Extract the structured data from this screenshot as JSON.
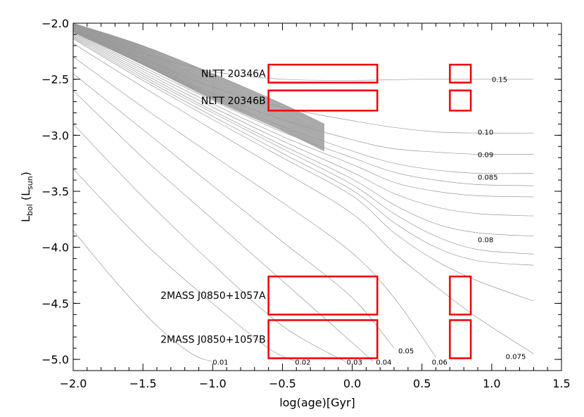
{
  "chart_data": {
    "type": "line",
    "xlabel": "log(age)[Gyr]",
    "ylabel_main": "L",
    "ylabel_sub1": "bol",
    "ylabel_mid": " (L",
    "ylabel_sub2": "sun",
    "ylabel_end": ")",
    "xlim": [
      -2.0,
      1.5
    ],
    "ylim": [
      -5.1,
      -2.0
    ],
    "x_ticks": [
      -2.0,
      -1.5,
      -1.0,
      -0.5,
      0.0,
      0.5,
      1.0,
      1.5
    ],
    "x_tick_labels": [
      "−2.0",
      "−1.5",
      "−1.0",
      "−0.5",
      "0.0",
      "0.5",
      "1.0",
      "1.5"
    ],
    "y_ticks": [
      -2.0,
      -2.5,
      -3.0,
      -3.5,
      -4.0,
      -4.5,
      -5.0
    ],
    "y_tick_labels": [
      "−2.0",
      "−2.5",
      "−3.0",
      "−3.5",
      "−4.0",
      "−4.5",
      "−5.0"
    ],
    "mass_labels": [
      {
        "text": "0.15",
        "x": 1.0,
        "y": -2.5
      },
      {
        "text": "0.10",
        "x": 0.9,
        "y": -2.97
      },
      {
        "text": "0.09",
        "x": 0.9,
        "y": -3.17
      },
      {
        "text": "0.085",
        "x": 0.9,
        "y": -3.37
      },
      {
        "text": "0.08",
        "x": 0.9,
        "y": -3.93
      },
      {
        "text": "0.075",
        "x": 1.1,
        "y": -4.97
      },
      {
        "text": "0.06",
        "x": 0.57,
        "y": -5.02
      },
      {
        "text": "0.05",
        "x": 0.33,
        "y": -4.92
      },
      {
        "text": "0.04",
        "x": 0.17,
        "y": -5.02
      },
      {
        "text": "0.03",
        "x": -0.04,
        "y": -5.02
      },
      {
        "text": "0.02",
        "x": -0.41,
        "y": -5.02
      },
      {
        "text": "0.01",
        "x": -1.0,
        "y": -5.02
      }
    ],
    "tracks": [
      {
        "x": [
          -2.0,
          -1.5,
          -1.0,
          -0.5,
          0.0,
          0.5,
          1.0,
          1.3
        ],
        "y": [
          -2.06,
          -2.27,
          -2.43,
          -2.5,
          -2.51,
          -2.5,
          -2.5,
          -2.5
        ]
      },
      {
        "x": [
          -2.0,
          -1.5,
          -1.0,
          -0.5,
          0.0,
          0.3,
          0.6,
          0.9,
          1.3
        ],
        "y": [
          -2.05,
          -2.32,
          -2.57,
          -2.75,
          -2.87,
          -2.93,
          -2.97,
          -2.98,
          -2.98
        ]
      },
      {
        "x": [
          -2.0,
          -1.5,
          -1.0,
          -0.5,
          0.0,
          0.3,
          0.6,
          0.9,
          1.3
        ],
        "y": [
          -2.06,
          -2.35,
          -2.63,
          -2.86,
          -3.04,
          -3.12,
          -3.15,
          -3.17,
          -3.17
        ]
      },
      {
        "x": [
          -2.0,
          -1.5,
          -1.0,
          -0.5,
          0.0,
          0.3,
          0.6,
          0.9,
          1.3
        ],
        "y": [
          -2.07,
          -2.37,
          -2.66,
          -2.92,
          -3.14,
          -3.25,
          -3.31,
          -3.34,
          -3.34
        ]
      },
      {
        "x": [
          -2.0,
          -1.5,
          -1.0,
          -0.5,
          0.0,
          0.3,
          0.6,
          0.9,
          1.3
        ],
        "y": [
          -2.08,
          -2.39,
          -2.69,
          -2.97,
          -3.2,
          -3.33,
          -3.4,
          -3.44,
          -3.45
        ]
      },
      {
        "x": [
          -2.0,
          -1.5,
          -1.0,
          -0.5,
          0.0,
          0.3,
          0.6,
          0.9,
          1.3
        ],
        "y": [
          -2.09,
          -2.41,
          -2.72,
          -3.01,
          -3.26,
          -3.42,
          -3.5,
          -3.54,
          -3.55
        ]
      },
      {
        "x": [
          -2.0,
          -1.5,
          -1.0,
          -0.5,
          0.0,
          0.3,
          0.6,
          0.9,
          1.3
        ],
        "y": [
          -2.1,
          -2.43,
          -2.75,
          -3.05,
          -3.33,
          -3.52,
          -3.64,
          -3.7,
          -3.72
        ]
      },
      {
        "x": [
          -2.0,
          -1.5,
          -1.0,
          -0.5,
          0.0,
          0.3,
          0.6,
          0.9,
          1.3
        ],
        "y": [
          -2.11,
          -2.45,
          -2.78,
          -3.09,
          -3.39,
          -3.62,
          -3.79,
          -3.87,
          -3.9
        ]
      },
      {
        "x": [
          -2.0,
          -1.5,
          -1.0,
          -0.5,
          0.0,
          0.3,
          0.6,
          0.9,
          1.3
        ],
        "y": [
          -2.12,
          -2.47,
          -2.8,
          -3.12,
          -3.44,
          -3.7,
          -3.9,
          -4.02,
          -4.06
        ]
      },
      {
        "x": [
          -2.0,
          -1.5,
          -1.0,
          -0.5,
          0.0,
          0.3,
          0.6,
          0.9,
          1.3
        ],
        "y": [
          -2.13,
          -2.49,
          -2.83,
          -3.16,
          -3.49,
          -3.78,
          -4.0,
          -4.12,
          -4.16
        ]
      },
      {
        "x": [
          -2.0,
          -1.5,
          -1.0,
          -0.5,
          0.0,
          0.3,
          0.6,
          0.9,
          1.3
        ],
        "y": [
          -2.14,
          -2.51,
          -2.86,
          -3.2,
          -3.54,
          -3.87,
          -4.12,
          -4.3,
          -4.48
        ]
      },
      {
        "x": [
          -2.0,
          -1.5,
          -1.0,
          -0.5,
          0.0,
          0.3,
          0.6,
          0.9,
          1.3
        ],
        "y": [
          -2.18,
          -2.57,
          -2.95,
          -3.32,
          -3.7,
          -4.05,
          -4.35,
          -4.63,
          -4.95
        ]
      },
      {
        "x": [
          -2.0,
          -1.5,
          -1.0,
          -0.5,
          0.0,
          0.3,
          0.6
        ],
        "y": [
          -2.3,
          -2.75,
          -3.18,
          -3.6,
          -4.05,
          -4.45,
          -4.98
        ]
      },
      {
        "x": [
          -2.0,
          -1.5,
          -1.0,
          -0.5,
          0.0,
          0.3
        ],
        "y": [
          -2.45,
          -2.95,
          -3.45,
          -3.95,
          -4.45,
          -4.9
        ]
      },
      {
        "x": [
          -2.0,
          -1.5,
          -1.0,
          -0.5,
          0.0,
          0.15
        ],
        "y": [
          -2.6,
          -3.2,
          -3.75,
          -4.3,
          -4.85,
          -5.02
        ]
      },
      {
        "x": [
          -2.0,
          -1.5,
          -1.0,
          -0.5,
          -0.05
        ],
        "y": [
          -2.9,
          -3.55,
          -4.15,
          -4.7,
          -5.02
        ]
      },
      {
        "x": [
          -2.0,
          -1.5,
          -1.0,
          -0.6,
          -0.4
        ],
        "y": [
          -3.3,
          -3.95,
          -4.5,
          -4.9,
          -5.02
        ]
      },
      {
        "x": [
          -2.0,
          -1.7,
          -1.4,
          -1.15,
          -1.0
        ],
        "y": [
          -3.85,
          -4.3,
          -4.7,
          -4.95,
          -5.02
        ]
      }
    ],
    "band": {
      "x": [
        -2.0,
        -1.5,
        -1.0,
        -0.5,
        -0.2
      ],
      "y_top": [
        -2.0,
        -2.2,
        -2.45,
        -2.72,
        -2.9
      ],
      "y_bottom": [
        -2.08,
        -2.37,
        -2.68,
        -2.96,
        -3.14
      ],
      "n_lines": 45
    },
    "boxes": [
      {
        "name": "NLTT 20346A",
        "x0": -0.6,
        "x1": 0.18,
        "y0": -2.53,
        "y1": -2.37
      },
      {
        "name": "NLTT 20346A",
        "x0": 0.7,
        "x1": 0.85,
        "y0": -2.53,
        "y1": -2.37
      },
      {
        "name": "NLTT 20346B",
        "x0": -0.6,
        "x1": 0.18,
        "y0": -2.78,
        "y1": -2.6
      },
      {
        "name": "NLTT 20346B",
        "x0": 0.7,
        "x1": 0.85,
        "y0": -2.78,
        "y1": -2.6
      },
      {
        "name": "2MASS J0850+1057A",
        "x0": -0.6,
        "x1": 0.18,
        "y0": -4.6,
        "y1": -4.26
      },
      {
        "name": "2MASS J0850+1057A",
        "x0": 0.7,
        "x1": 0.85,
        "y0": -4.6,
        "y1": -4.26
      },
      {
        "name": "2MASS J0850+1057B",
        "x0": -0.6,
        "x1": 0.18,
        "y0": -4.99,
        "y1": -4.65
      },
      {
        "name": "2MASS J0850+1057B",
        "x0": 0.7,
        "x1": 0.85,
        "y0": -4.99,
        "y1": -4.65
      }
    ],
    "object_labels": [
      {
        "text": "NLTT 20346A",
        "y": -2.45
      },
      {
        "text": "NLTT 20346B",
        "y": -2.69
      },
      {
        "text": "2MASS J0850+1057A",
        "y": -4.43
      },
      {
        "text": "2MASS J0850+1057B",
        "y": -4.82
      }
    ]
  }
}
